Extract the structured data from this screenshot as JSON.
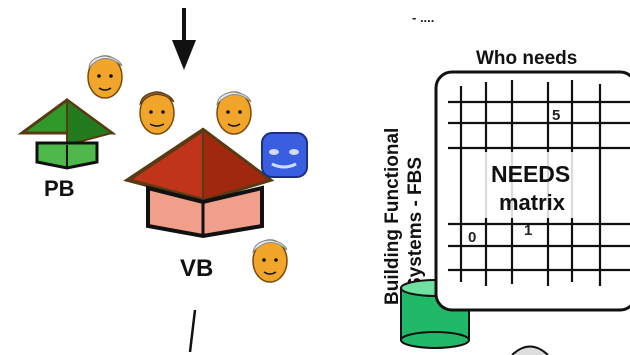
{
  "top_mark": "- ....",
  "houses": {
    "pb": {
      "label": "PB",
      "roof_color": "#2f9a2a",
      "body_color": "#4fb84a"
    },
    "vb": {
      "label": "VB",
      "roof_color": "#c0341c",
      "body_color": "#f0a08a"
    }
  },
  "fbs": {
    "vertical_title_line1": "Building Functional",
    "vertical_title_line2": "Systems -  FBS"
  },
  "matrix": {
    "header": "Who needs",
    "title_line1": "NEEDS",
    "title_line2": "matrix",
    "cell_values": [
      "5",
      "0",
      "1"
    ]
  },
  "database": {
    "color": "#22b86a"
  },
  "robot": {
    "color": "#3a5ee0"
  }
}
